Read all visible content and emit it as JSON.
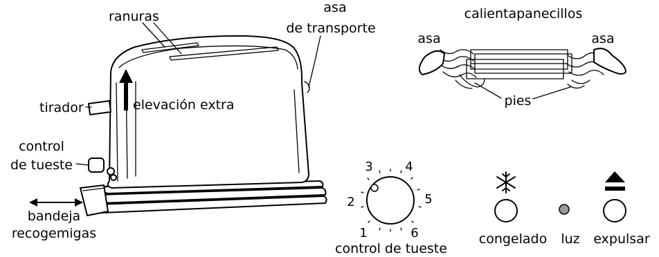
{
  "toaster": {
    "labels": {
      "slots": "ranuras",
      "carry_handle_line1": "asa",
      "carry_handle_line2": "de transporte",
      "lever": "tirador",
      "extra_lift": "elevación extra",
      "browning_control_line1": "control",
      "browning_control_line2": "de tueste",
      "crumb_tray_line1": "bandeja",
      "crumb_tray_line2": "recogemigas"
    }
  },
  "bun_warmer": {
    "title": "calientapanecillos",
    "handle_left": "asa",
    "handle_right": "asa",
    "feet": "pies"
  },
  "dial": {
    "caption": "control de tueste",
    "settings": [
      "1",
      "2",
      "3",
      "4",
      "5",
      "6"
    ]
  },
  "buttons": {
    "frozen": {
      "label": "congelado",
      "icon": "snowflake-icon"
    },
    "light": {
      "label": "luz",
      "indicator_color": "#9a9a9a"
    },
    "eject": {
      "label": "expulsar",
      "icon": "eject-icon"
    }
  }
}
